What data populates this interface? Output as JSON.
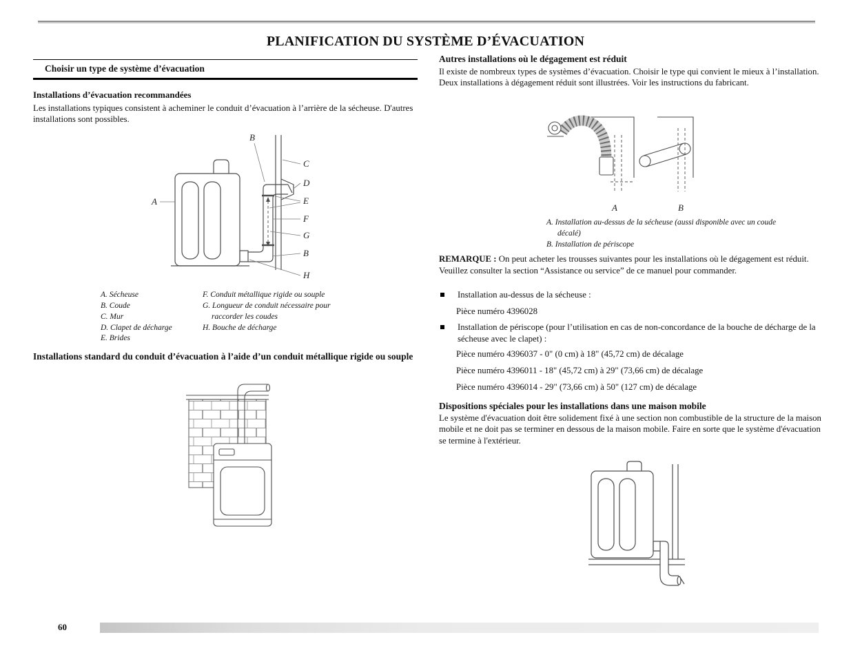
{
  "page": {
    "title": "PLANIFICATION DU SYSTÈME D’ÉVACUATION",
    "page_number": "60"
  },
  "left_column": {
    "section_header": "Choisir un type de système d’évacuation",
    "recommended": {
      "heading": "Installations d’évacuation recommandées",
      "body": "Les installations typiques consistent à acheminer le conduit d’évacuation à l’arrière de la sécheuse. D'autres installations sont possibles."
    },
    "diagram_vent": {
      "callouts": {
        "a": "A",
        "b_top": "B",
        "c": "C",
        "d": "D",
        "e": "E",
        "f": "F",
        "g": "G",
        "b_bottom": "B",
        "h": "H"
      },
      "legend_col1": [
        "A. Sécheuse",
        "B. Coude",
        "C. Mur",
        "D. Clapet de décharge",
        "E. Brides"
      ],
      "legend_col2": [
        "F. Conduit métallique rigide ou souple",
        "G. Longueur de conduit nécessaire pour raccorder les coudes",
        "H. Bouche de décharge"
      ]
    },
    "standard": {
      "heading": "Installations standard du conduit d’évacuation à l’aide d’un conduit métallique rigide ou souple"
    }
  },
  "right_column": {
    "reduced": {
      "heading": "Autres installations où le dégagement est réduit",
      "body": "Il existe de nombreux types de systèmes d’évacuation. Choisir le type qui convient le mieux à l’installation. Deux installations à dégagement réduit sont illustrées. Voir les instructions du fabricant.",
      "figure_labels": {
        "a": "A",
        "b": "B"
      },
      "captions": [
        "A. Installation au-dessus de la sécheuse (aussi disponible avec un coude décalé)",
        "B. Installation de périscope"
      ]
    },
    "note": {
      "label": "REMARQUE :",
      "text": "On peut acheter les trousses suivantes pour les installations où le dégagement est réduit. Veuillez consulter la section “Assistance ou service” de ce manuel pour commander."
    },
    "bullets": [
      {
        "text": "Installation au-dessus de la sécheuse :",
        "details": [
          "Pièce numéro 4396028"
        ]
      },
      {
        "text": "Installation de périscope (pour l’utilisation en cas de non-concordance de la bouche de décharge de la sécheuse avec le clapet) :",
        "details": [
          "Pièce numéro 4396037 - 0\" (0 cm) à 18\" (45,72 cm) de décalage",
          "Pièce numéro 4396011 - 18\" (45,72 cm) à 29\" (73,66 cm) de décalage",
          "Pièce numéro 4396014 - 29\" (73,66 cm) à 50\" (127 cm) de décalage"
        ]
      }
    ],
    "mobile_home": {
      "heading": "Dispositions spéciales pour les installations dans une maison mobile",
      "body": "Le système d'évacuation doit être solidement fixé à une section non combustible de la structure de la maison mobile et ne doit pas se terminer en dessous de la maison mobile. Faire en sorte que le système d'évacuation se termine à l'extérieur."
    }
  }
}
